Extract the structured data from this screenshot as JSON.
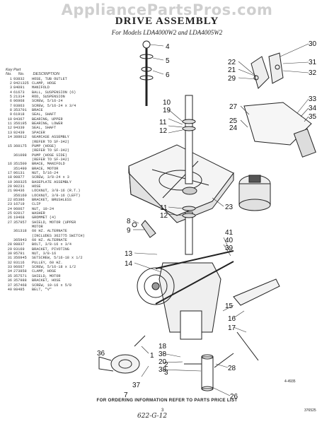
{
  "watermark": "AppliancePartsPros.com",
  "title": "DRIVE ASSEMBLY",
  "subtitle": "For Models LDA4000W2 and LDA4005W2",
  "key_header": {
    "key": "Key",
    "part": "Part",
    "no": "No.",
    "description": "DESCRIPTION"
  },
  "key_rows": [
    {
      "key": "1",
      "part": "93832",
      "desc": "HOSE, TUB OUTLET"
    },
    {
      "key": "2",
      "part": "9421325",
      "desc": "CLAMP, HOSE"
    },
    {
      "key": "3",
      "part": "84091",
      "desc": "MANIFOLD"
    },
    {
      "key": "4",
      "part": "61673",
      "desc": "BALL, SUSPENSION (6)"
    },
    {
      "key": "5",
      "part": "21314",
      "desc": "ROD, SUSPENSION"
    },
    {
      "key": "6",
      "part": "96968",
      "desc": "SCREW, 5/16-24"
    },
    {
      "key": "7",
      "part": "93863",
      "desc": "SCREW, 5/16-24 x 3/4"
    },
    {
      "key": "8",
      "part": "353701",
      "desc": "BRACE"
    },
    {
      "key": "9",
      "part": "61918",
      "desc": "SEAL, SHAFT"
    },
    {
      "key": "10",
      "part": "94367",
      "desc": "BEARING, UPPER"
    },
    {
      "key": "11",
      "part": "356195",
      "desc": "BEARING, LOWER"
    },
    {
      "key": "12",
      "part": "94339",
      "desc": "SEAL, SHAFT"
    },
    {
      "key": "13",
      "part": "92439",
      "desc": "SPACER"
    },
    {
      "key": "14",
      "part": "388012",
      "desc": "GEARCASE ASSEMBLY"
    },
    {
      "key": "",
      "part": "",
      "desc": "(REFER TO SF-342)"
    },
    {
      "key": "15",
      "part": "360175",
      "desc": "PUMP (HOSE)"
    },
    {
      "key": "",
      "part": "",
      "desc": "(REFER TO SF-342)"
    },
    {
      "key": "",
      "part": "361098",
      "desc": "PUMP (HOSE SIDE)"
    },
    {
      "key": "",
      "part": "",
      "desc": "(REFER TO SF-342)"
    },
    {
      "key": "16",
      "part": "351500",
      "desc": "BRACE, MANIFOLD"
    },
    {
      "key": "",
      "part": "351490",
      "desc": "BRACE, MOTOR"
    },
    {
      "key": "17",
      "part": "96131",
      "desc": "NUT, 5/16-24"
    },
    {
      "key": "18",
      "part": "90877",
      "desc": "SCREW, 3/8-24 x 3"
    },
    {
      "key": "19",
      "part": "360325",
      "desc": "BASEPLATE ASSEMBLY"
    },
    {
      "key": "20",
      "part": "90231",
      "desc": "HOSE"
    },
    {
      "key": "21",
      "part": "90436",
      "desc": "LOCKNUT, 3/8-16 (R.T.)"
    },
    {
      "key": "",
      "part": "356160",
      "desc": "LOCKNUT, 3/8-16 (LEFT)"
    },
    {
      "key": "22",
      "part": "85386",
      "desc": "BRACKET, BRUSHLESS"
    },
    {
      "key": "23",
      "part": "16719",
      "desc": "CLIP"
    },
    {
      "key": "24",
      "part": "96067",
      "desc": "NUT, 10-24"
    },
    {
      "key": "25",
      "part": "92017",
      "desc": "WASHER"
    },
    {
      "key": "26",
      "part": "19468",
      "desc": "GROMMET (4)"
    },
    {
      "key": "27",
      "part": "357957",
      "desc": "SHIELD, MOTOR (UPPER"
    },
    {
      "key": "",
      "part": "",
      "desc": "MOTOR"
    },
    {
      "key": "",
      "part": "361318",
      "desc": "60 HZ. ALTERNATE"
    },
    {
      "key": "",
      "part": "",
      "desc": "(INCLUDES 362775 SWITCH)"
    },
    {
      "key": "",
      "part": "365943",
      "desc": "60 HZ. ALTERNATE"
    },
    {
      "key": "28",
      "part": "98837",
      "desc": "BOLT, 3/8-16 x 3/4"
    },
    {
      "key": "29",
      "part": "93169",
      "desc": "BRACKET, PIVOTING"
    },
    {
      "key": "30",
      "part": "95791",
      "desc": "NUT, 3/8-16"
    },
    {
      "key": "31",
      "part": "356945",
      "desc": "SETSCREW, 5/16-18 x 1/2"
    },
    {
      "key": "32",
      "part": "93116",
      "desc": "PULLEY, 60 HZ."
    },
    {
      "key": "33",
      "part": "96667",
      "desc": "SCREW, 5/16-18 x 1/2"
    },
    {
      "key": "34",
      "part": "273858",
      "desc": "CLAMP, HOSE"
    },
    {
      "key": "35",
      "part": "357571",
      "desc": "SHIELD, MOTOR"
    },
    {
      "key": "36",
      "part": "357988",
      "desc": "BRACKET, HOSE"
    },
    {
      "key": "37",
      "part": "357468",
      "desc": "SCREW, 10-16 x 5/8"
    },
    {
      "key": "40",
      "part": "98485",
      "desc": "BELT, \"V\""
    }
  ],
  "callouts": [
    "4",
    "5",
    "6",
    "10",
    "19",
    "11",
    "12",
    "8",
    "9",
    "11",
    "12",
    "13",
    "14",
    "7",
    "1",
    "2",
    "3",
    "37",
    "36",
    "30",
    "22",
    "21",
    "29",
    "31",
    "32",
    "27",
    "33",
    "34",
    "35",
    "25",
    "24",
    "23",
    "41",
    "40",
    "39",
    "15",
    "16",
    "17",
    "18",
    "38",
    "20",
    "38",
    "28",
    "26"
  ],
  "figure_number": "4-4935",
  "footer": "FOR ORDERING INFORMATION REFER TO PARTS PRICE LIST",
  "page_number": "3",
  "document_number": "376525",
  "handwritten_note": "622-G-12"
}
